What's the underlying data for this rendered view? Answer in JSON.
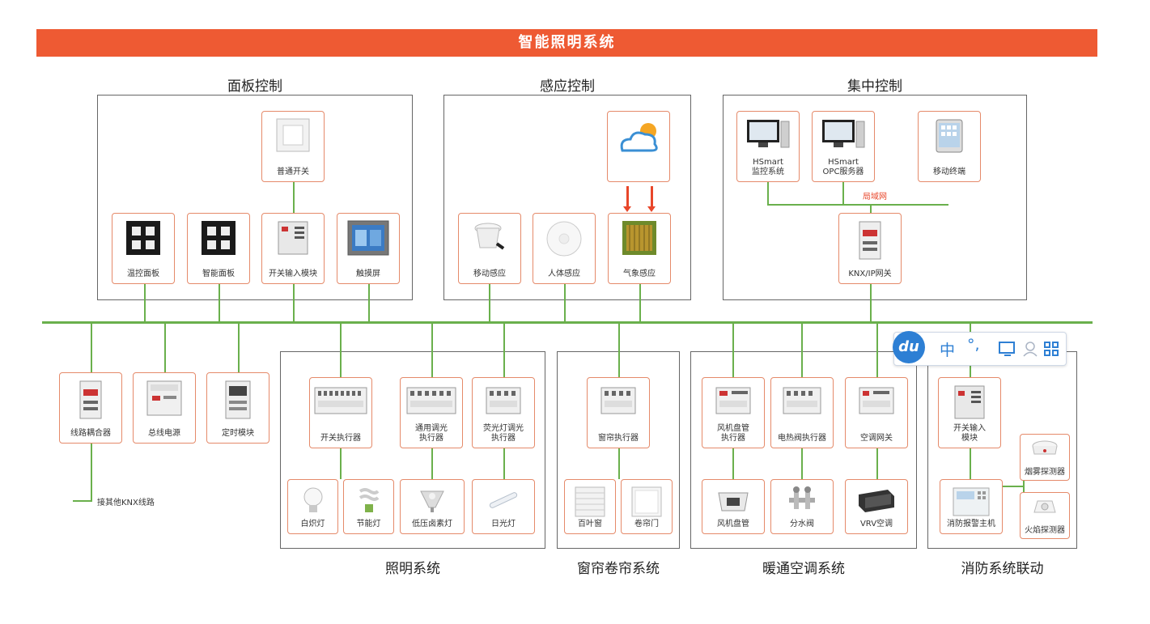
{
  "title": "智能照明系统",
  "groups": {
    "panel": "面板控制",
    "sensor": "感应控制",
    "central": "集中控制",
    "lighting": "照明系统",
    "curtain": "窗帘卷帘系统",
    "hvac": "暖通空调系统",
    "fire": "消防系统联动"
  },
  "devices": {
    "switch_normal": "普通开关",
    "temp_panel": "温控面板",
    "smart_panel": "智能面板",
    "switch_input": "开关输入模块",
    "touch_screen": "触摸屏",
    "motion_sensor": "移动感应",
    "body_sensor": "人体感应",
    "weather_sensor": "气象感应",
    "hsmart_monitor": "HSmart\n监控系统",
    "hsmart_opc": "HSmart\nOPC服务器",
    "mobile": "移动终端",
    "knx_gateway": "KNX/IP网关",
    "line_coupler": "线路耦合器",
    "bus_power": "总线电源",
    "timer": "定时模块",
    "switch_actuator": "开关执行器",
    "dimmer_actuator": "通用调光\n执行器",
    "fluor_dimmer": "荧光灯调光\n执行器",
    "incandescent": "白炽灯",
    "energy_saving": "节能灯",
    "halogen": "低压卤素灯",
    "fluorescent": "日光灯",
    "curtain_actuator": "窗帘执行器",
    "blinds": "百叶窗",
    "roller_door": "卷帘门",
    "fcu_actuator": "风机盘管\n执行器",
    "valve_actuator": "电热阀执行器",
    "ac_gateway": "空调网关",
    "fcu": "风机盘管",
    "manifold": "分水阀",
    "vrv": "VRV空调",
    "fire_switch_input": "开关输入\n模块",
    "smoke_detector": "烟雾探测器",
    "fire_alarm": "消防报警主机",
    "flame_detector": "火焰探测器"
  },
  "lan_label": "局域网",
  "other_knx": "接其他KNX线路",
  "baidu_toolbar": {
    "logo": "du",
    "lang": "中",
    "punct": "°,"
  },
  "colors": {
    "banner": "#ee5a33",
    "bus": "#6ab04c",
    "device_border": "#e58a6a",
    "arrow": "#e8462a"
  }
}
